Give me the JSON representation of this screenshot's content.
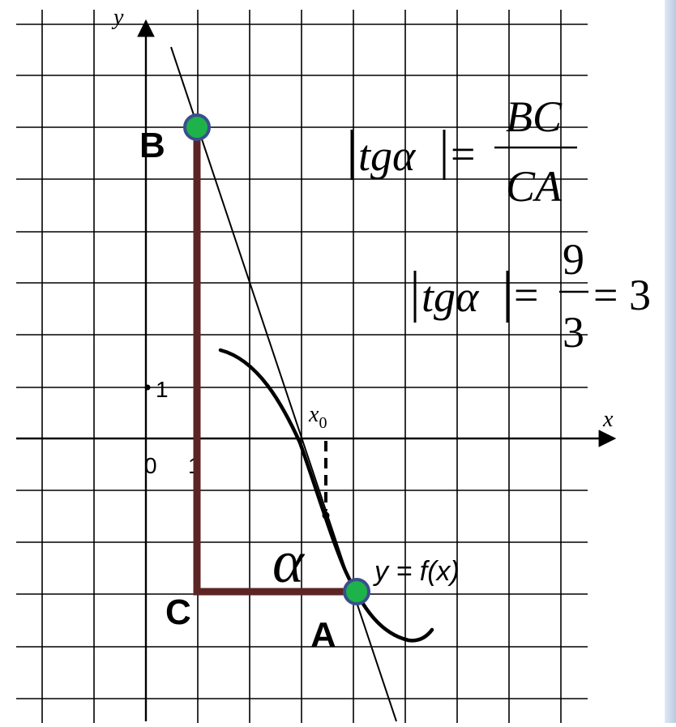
{
  "axes": {
    "x_label": "x",
    "y_label": "y",
    "origin_label": "0",
    "unit_y_label": "1",
    "unit_x_label": "1"
  },
  "points": {
    "B": "B",
    "C": "C",
    "A": "A"
  },
  "tangent_point_label": "x",
  "tangent_point_subscript": "0",
  "angle_label": "α",
  "function_label": "y = f(x)",
  "formula1": {
    "lhs": "tgα",
    "numerator": "BC",
    "denominator": "CA"
  },
  "formula2": {
    "lhs": "tgα",
    "numerator": "9",
    "denominator": "3",
    "result": "= 3"
  },
  "colors": {
    "triangle": "#5c2424",
    "point_fill": "#1db34a",
    "point_stroke": "#3a4f8c",
    "grid": "#000000"
  }
}
